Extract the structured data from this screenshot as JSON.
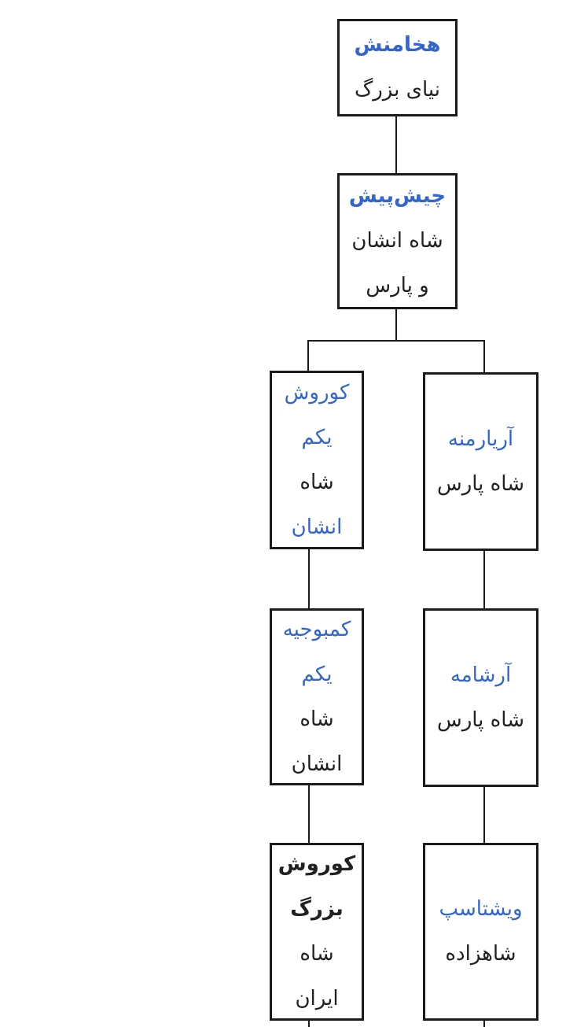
{
  "diagram": {
    "kind": "family-tree",
    "language": "fa",
    "direction": "rtl",
    "nodes": [
      {
        "id": "achaemenes",
        "lines": [
          {
            "text": "هخامنش",
            "role": "link-bold"
          },
          {
            "text": "نیای بزرگ",
            "role": "plain"
          }
        ]
      },
      {
        "id": "teispes",
        "lines": [
          {
            "text": "چیش‌پیش",
            "role": "link-bold"
          },
          {
            "text": "شاه انشان",
            "role": "plain"
          },
          {
            "text": "و پارس",
            "role": "plain"
          }
        ]
      },
      {
        "id": "cyrus-i",
        "lines": [
          {
            "text": "کوروش",
            "role": "link"
          },
          {
            "text": "یکم",
            "role": "link"
          },
          {
            "text": "شاه",
            "role": "plain"
          },
          {
            "text": "انشان",
            "role": "link"
          }
        ]
      },
      {
        "id": "ariaramnes",
        "lines": [
          {
            "text": "آریارمنه",
            "role": "link"
          },
          {
            "text": "شاه پارس",
            "role": "plain"
          }
        ]
      },
      {
        "id": "cambyses-i",
        "lines": [
          {
            "text": "کمبوجیه",
            "role": "link"
          },
          {
            "text": "یکم",
            "role": "link"
          },
          {
            "text": "شاه",
            "role": "plain"
          },
          {
            "text": "انشان",
            "role": "plain"
          }
        ]
      },
      {
        "id": "arsames",
        "lines": [
          {
            "text": "آرشامه",
            "role": "link"
          },
          {
            "text": "شاه پارس",
            "role": "plain"
          }
        ]
      },
      {
        "id": "cyrus-the-great",
        "lines": [
          {
            "text": "کوروش",
            "role": "bold"
          },
          {
            "text": "بزرگ",
            "role": "bold"
          },
          {
            "text": "شاه",
            "role": "plain"
          },
          {
            "text": "ایران",
            "role": "plain"
          }
        ]
      },
      {
        "id": "hystaspes",
        "lines": [
          {
            "text": "ویشتاسپ",
            "role": "link"
          },
          {
            "text": "شاهزاده",
            "role": "plain"
          }
        ]
      }
    ]
  },
  "colors": {
    "link_blue": "#3366cc",
    "text_black": "#202122",
    "border_black": "#1b1b1b",
    "bg": "#ffffff"
  }
}
